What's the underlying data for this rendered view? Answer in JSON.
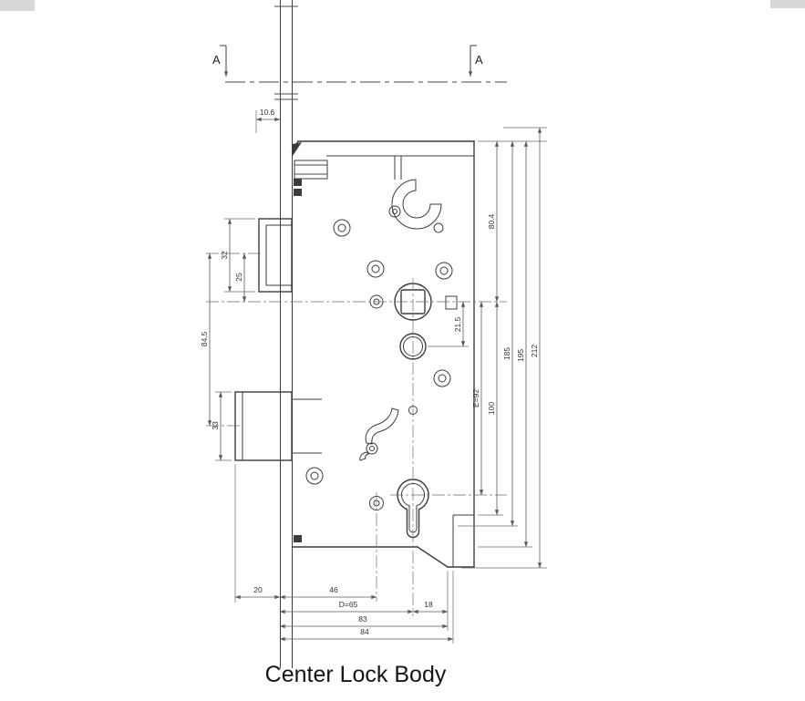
{
  "title": "Center Lock Body",
  "section": {
    "left_label": "A",
    "right_label": "A"
  },
  "dims": {
    "faceplate_width": "10.6",
    "latch_height": "32",
    "latch_to_follower": "25",
    "latch_to_deadbolt": "84.5",
    "deadbolt_height": "33",
    "top_to_follower": "80.4",
    "follower_to_hole": "21.5",
    "handle_to_cylinder": "E=92",
    "follower_to_step": "100",
    "height_185": "185",
    "height_195": "195",
    "height_212": "212",
    "deadbolt_throw": "20",
    "hole_backset": "46",
    "backset": "D=65",
    "cylinder_to_back": "18",
    "depth_83": "83",
    "depth_84": "84"
  },
  "colors": {
    "outline": "#3c3c3c",
    "dimension": "#5a5a5a",
    "background": "#ffffff",
    "title_text": "#151515"
  }
}
